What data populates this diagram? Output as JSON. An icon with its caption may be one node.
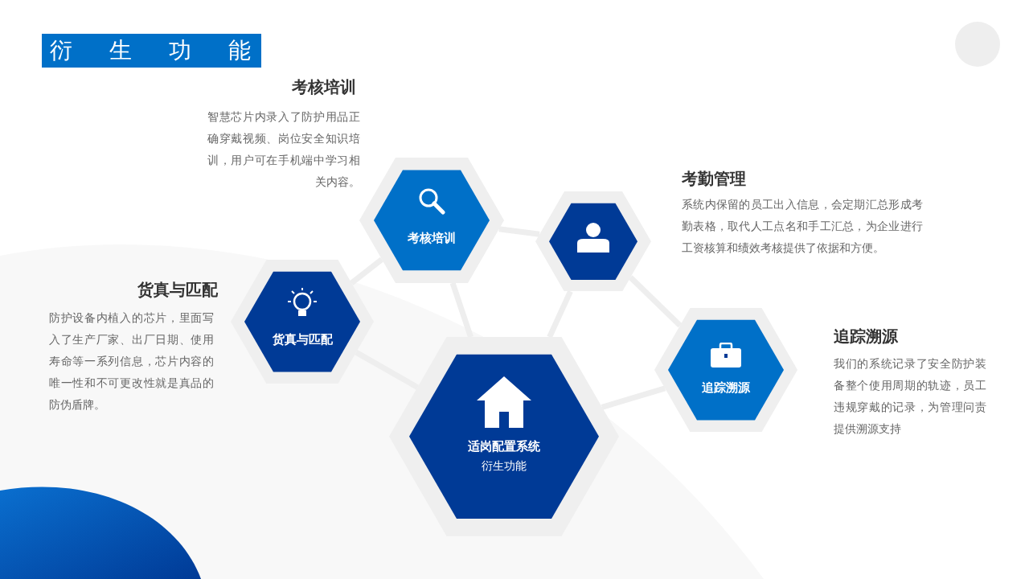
{
  "diagram": {
    "title": "衍生功能",
    "nodes": [
      {
        "text": [
          "适岗配置系统",
          "衍生功能"
        ]
      },
      {
        "text": [
          "考核培训"
        ],
        "beside": [
          "考核培训",
          "智慧芯片内录入了防护用品正确穿戴视频、岗位安全知识培训，用户可在手机端中学习相关内容。"
        ]
      },
      {
        "text": [],
        "shape": "hexagon",
        "beside": [
          "考勤管理",
          "系统内保留的员工出入信息，会定期汇总形成考勤表格，取代人工点名和手工汇总，为企业进行工资核算和绩效考核提供了依据和方便。"
        ]
      },
      {
        "text": [
          "货真与匹配"
        ],
        "beside": [
          "货真与匹配",
          "防护设备内植入的芯片，里面写入了生产厂家、出厂日期、使用寿命等一系列信息，芯片内容的唯一性和不可更改性就是真品的防伪盾牌。"
        ]
      },
      {
        "text": [
          "追踪溯源"
        ],
        "beside": [
          "追踪溯源",
          "我们的系统记录了安全防护装备整个使用周期的轨迹，员工违规穿戴的记录，为管理问责提供溯源支持"
        ]
      }
    ],
    "edges": [
      {
        "from": 3,
        "to": 1,
        "arrow": "none"
      },
      {
        "from": 1,
        "to": 2,
        "arrow": "none"
      },
      {
        "from": 1,
        "to": 0,
        "arrow": "none"
      },
      {
        "from": 2,
        "to": 0,
        "arrow": "none"
      },
      {
        "from": 2,
        "to": 4,
        "arrow": "none"
      },
      {
        "from": 3,
        "to": 0,
        "arrow": "none"
      },
      {
        "from": 4,
        "to": 0,
        "arrow": "none"
      }
    ]
  }
}
